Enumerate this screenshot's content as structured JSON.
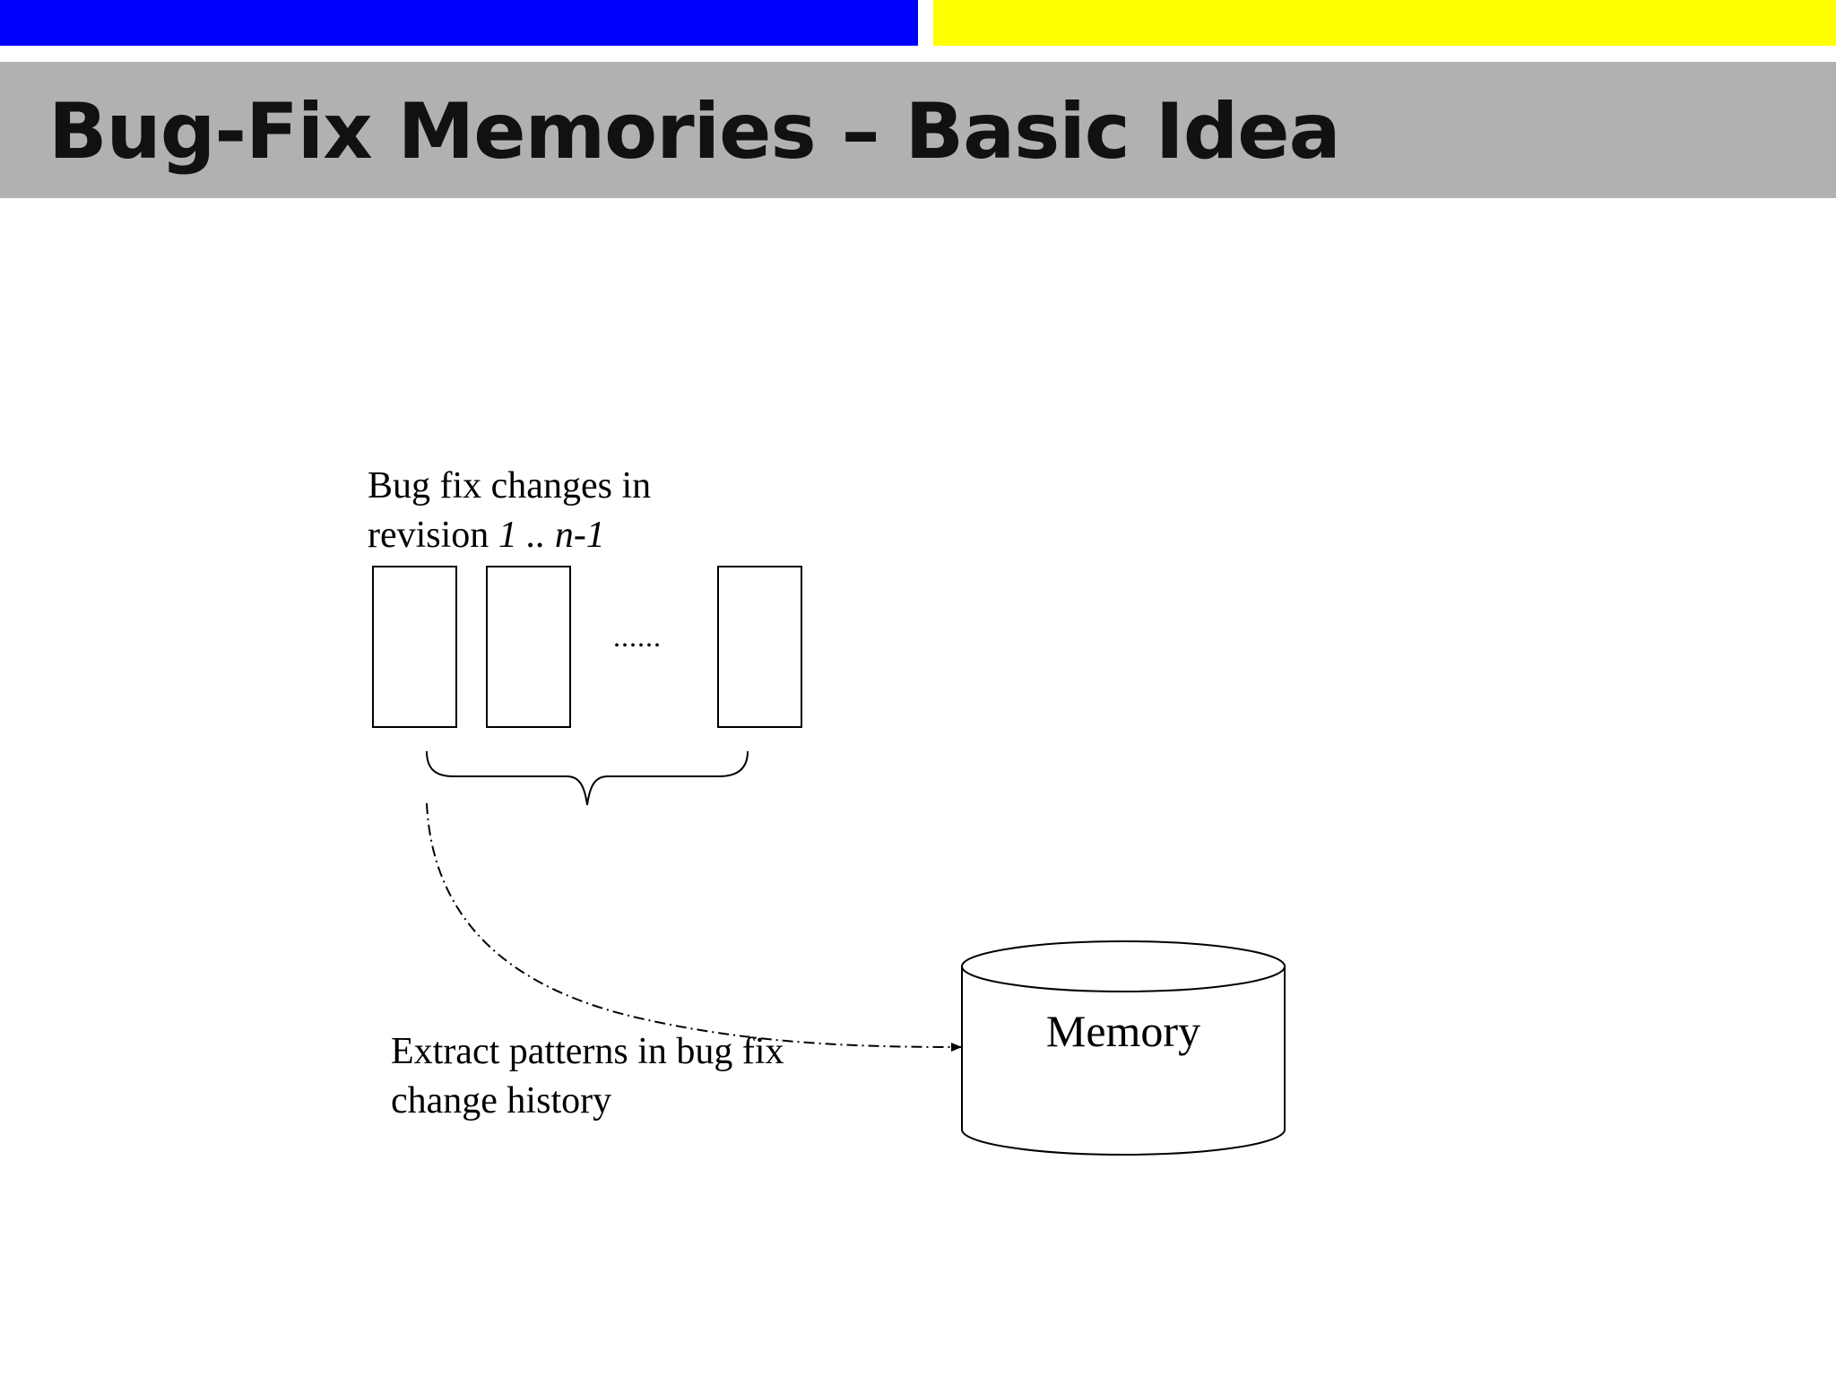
{
  "slide": {
    "title": "Bug-Fix Memories – Basic Idea",
    "colors": {
      "top_bar_left": "#0000ff",
      "top_bar_right": "#ffff00",
      "title_band": "#b1b0b2"
    }
  },
  "diagram": {
    "revisions_label_line1": "Bug fix changes in",
    "revisions_label_prefix": "revision ",
    "revisions_label_range": "1 .. n-1",
    "ellipsis": "......",
    "extract_label_line1": "Extract patterns in bug fix",
    "extract_label_line2": "change history",
    "memory_label": "Memory",
    "revision_box_count_shown": 3
  }
}
